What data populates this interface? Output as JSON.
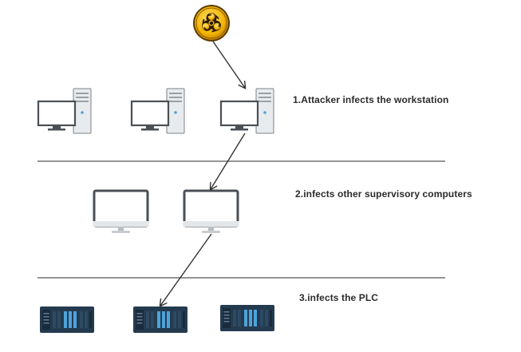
{
  "steps": [
    {
      "label": "1.Attacker infects the workstation"
    },
    {
      "label": "2.infects other supervisory computers"
    },
    {
      "label": "3.infects the PLC"
    }
  ],
  "icons": {
    "attacker": "biohazard-icon",
    "workstation": "workstation-computer-icon",
    "supervisory": "monitor-icon",
    "plc": "plc-rack-icon"
  },
  "colors": {
    "biohazard_fill": "#f2b705",
    "biohazard_ring": "#7a5200",
    "monitor_frame": "#4a4f55",
    "tower_body": "#dfe3e6",
    "plc_body": "#243a4f",
    "plc_module": "#4da3d9",
    "line": "#333333"
  }
}
